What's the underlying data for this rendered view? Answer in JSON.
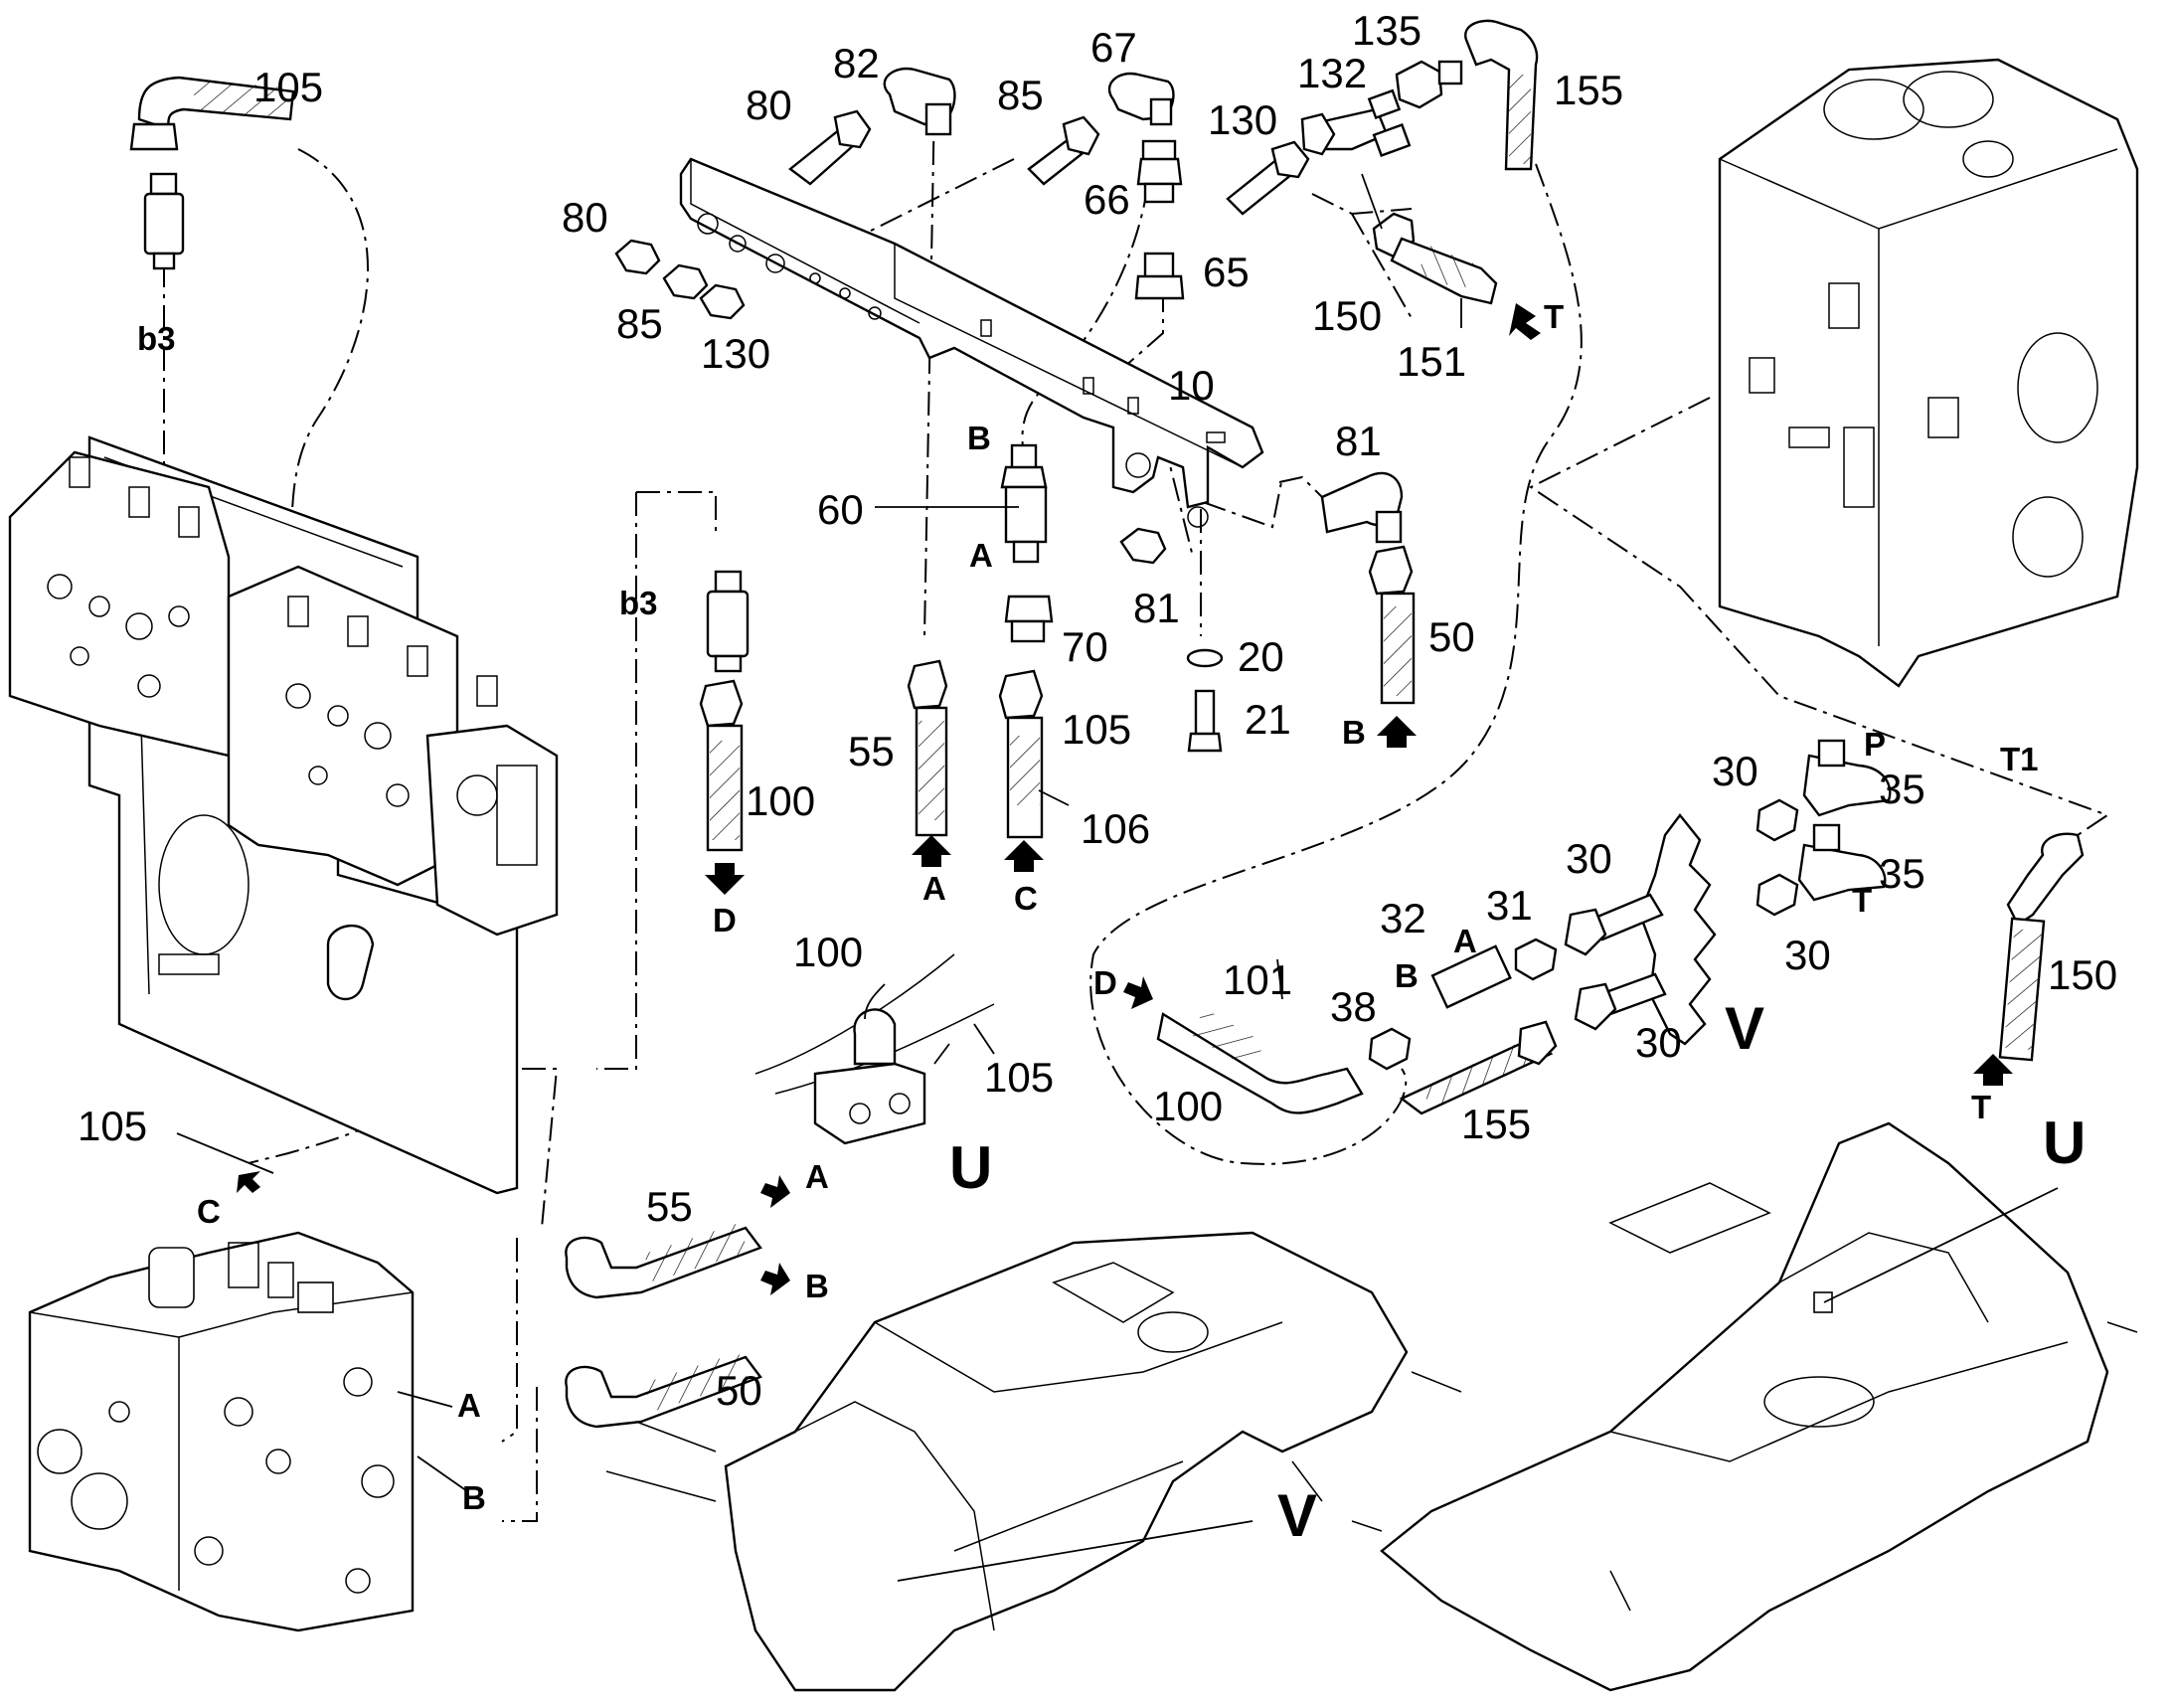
{
  "part_numbers": {
    "p105_top": "105",
    "p82": "82",
    "p67": "67",
    "p135": "135",
    "p155_top": "155",
    "p80_a": "80",
    "p85_a": "85",
    "p130_a": "130",
    "p132": "132",
    "p66": "66",
    "p65": "65",
    "p80_b": "80",
    "p85_b": "85",
    "p130_b": "130",
    "p150_top": "150",
    "p151": "151",
    "p10": "10",
    "p81_a": "81",
    "p60": "60",
    "p81_b": "81",
    "p70": "70",
    "p20": "20",
    "p50_mid": "50",
    "p21": "21",
    "p55_mid": "55",
    "p105_mid": "105",
    "p106": "106",
    "p100_mid": "100",
    "p30_a": "30",
    "p35_a": "35",
    "p35_b": "35",
    "p30_b": "30",
    "p32": "32",
    "p31": "31",
    "p30_c": "30",
    "p101": "101",
    "p38": "38",
    "p30_d": "30",
    "p150_right": "150",
    "p100_clip": "100",
    "p105_clip": "105",
    "p100_hose": "100",
    "p155_hose": "155",
    "p105_left": "105",
    "p55_low": "55",
    "p50_low": "50"
  },
  "letters": {
    "b3_top": "b3",
    "b3_mid": "b3",
    "T_150": "T",
    "B_60": "B",
    "A_60": "A",
    "B_50": "B",
    "A_55": "A",
    "C_105": "C",
    "D_100": "D",
    "P_35": "P",
    "T_35": "T",
    "T1": "T1",
    "A_32": "A",
    "B_32": "B",
    "D_101": "D",
    "T_150r": "T",
    "C_left": "C",
    "A_55low": "A",
    "B_50low": "B",
    "A_valve": "A",
    "B_valve": "B"
  },
  "detail_labels": {
    "U_clip": "U",
    "V_block": "V",
    "V_frame": "V",
    "U_frame": "U"
  }
}
